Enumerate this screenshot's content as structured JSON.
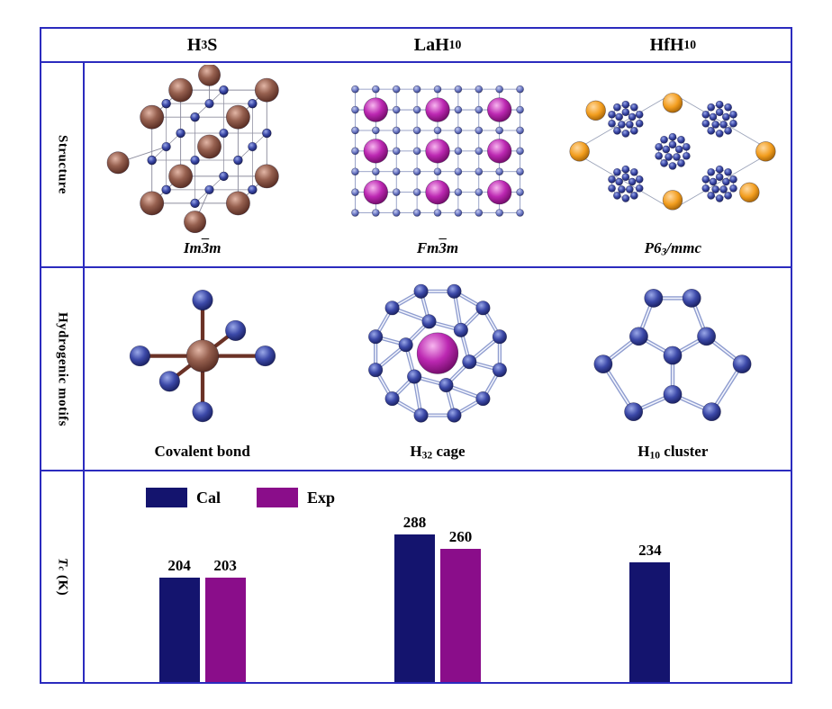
{
  "palette": {
    "border_blue": "#2b2bbe",
    "cal_navy": "#14146e",
    "exp_purple": "#8a0d8a",
    "sulfur_brown": "#7d4a3e",
    "hydrogen_blue": "#39439b",
    "lanthanum_magenta": "#aa12a2",
    "hafnium_orange": "#ef9418"
  },
  "header": {
    "columns": [
      {
        "pre": "H",
        "sub": "3",
        "post": "S"
      },
      {
        "pre": "LaH",
        "sub": "10",
        "post": ""
      },
      {
        "pre": "HfH",
        "sub": "10",
        "post": ""
      }
    ]
  },
  "rows": {
    "structure_label": "Structure",
    "motifs_label": "Hydrogenic motifs",
    "tc_label": {
      "pre": "T",
      "sub": "c",
      "post": " (K)"
    }
  },
  "structure_row": {
    "space_groups": [
      {
        "pre": "Im",
        "over": "3",
        "sub": "",
        "post": "m"
      },
      {
        "pre": "Fm",
        "over": "3",
        "sub": "",
        "post": "m"
      },
      {
        "pre": "P6",
        "over": "",
        "sub": "3",
        "post": "/mmc"
      }
    ]
  },
  "motifs_row": {
    "labels": [
      {
        "pre": "Covalent bond",
        "sub": "",
        "post": ""
      },
      {
        "pre": "H",
        "sub": "32",
        "post": " cage"
      },
      {
        "pre": "H",
        "sub": "10",
        "post": " cluster"
      }
    ]
  },
  "chart_data": {
    "type": "bar",
    "categories": [
      "H3S",
      "LaH10",
      "HfH10"
    ],
    "series": [
      {
        "name": "Cal",
        "color": "#14146e",
        "values": [
          204,
          288,
          234
        ]
      },
      {
        "name": "Exp",
        "color": "#8a0d8a",
        "values": [
          203,
          260,
          null
        ]
      }
    ],
    "ylabel": "Tc (K)",
    "ylim": [
      0,
      300
    ],
    "legend_position": "top-left",
    "value_labels": true,
    "grid": false
  }
}
